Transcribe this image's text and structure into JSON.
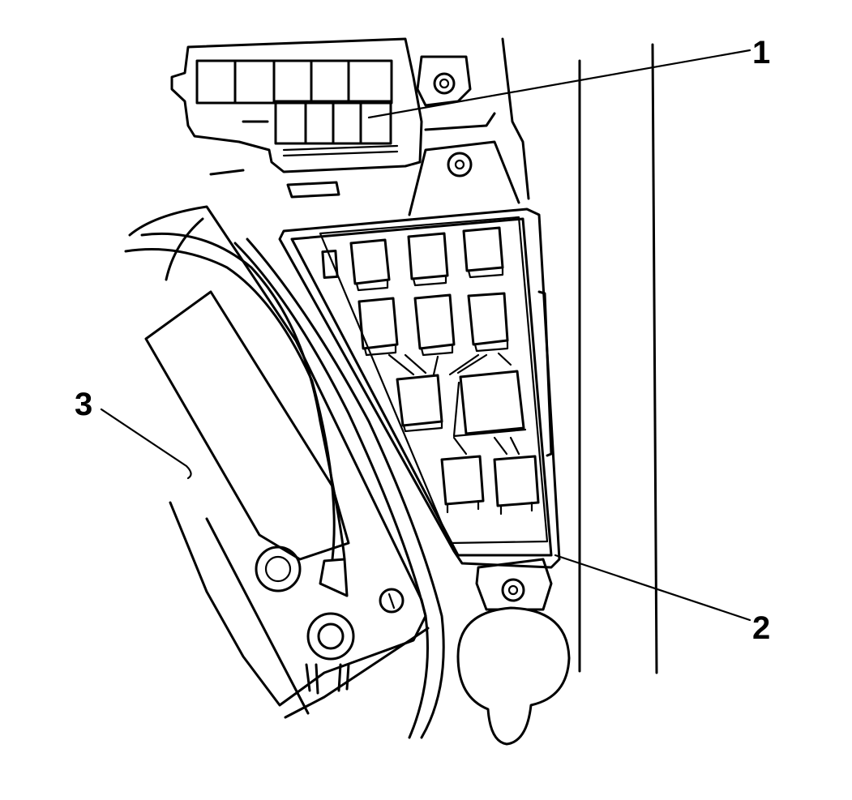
{
  "diagram": {
    "callouts": [
      {
        "id": "1",
        "label": "1"
      },
      {
        "id": "2",
        "label": "2"
      },
      {
        "id": "3",
        "label": "3"
      }
    ]
  },
  "colors": {
    "ink": "#000000",
    "background": "#ffffff"
  }
}
